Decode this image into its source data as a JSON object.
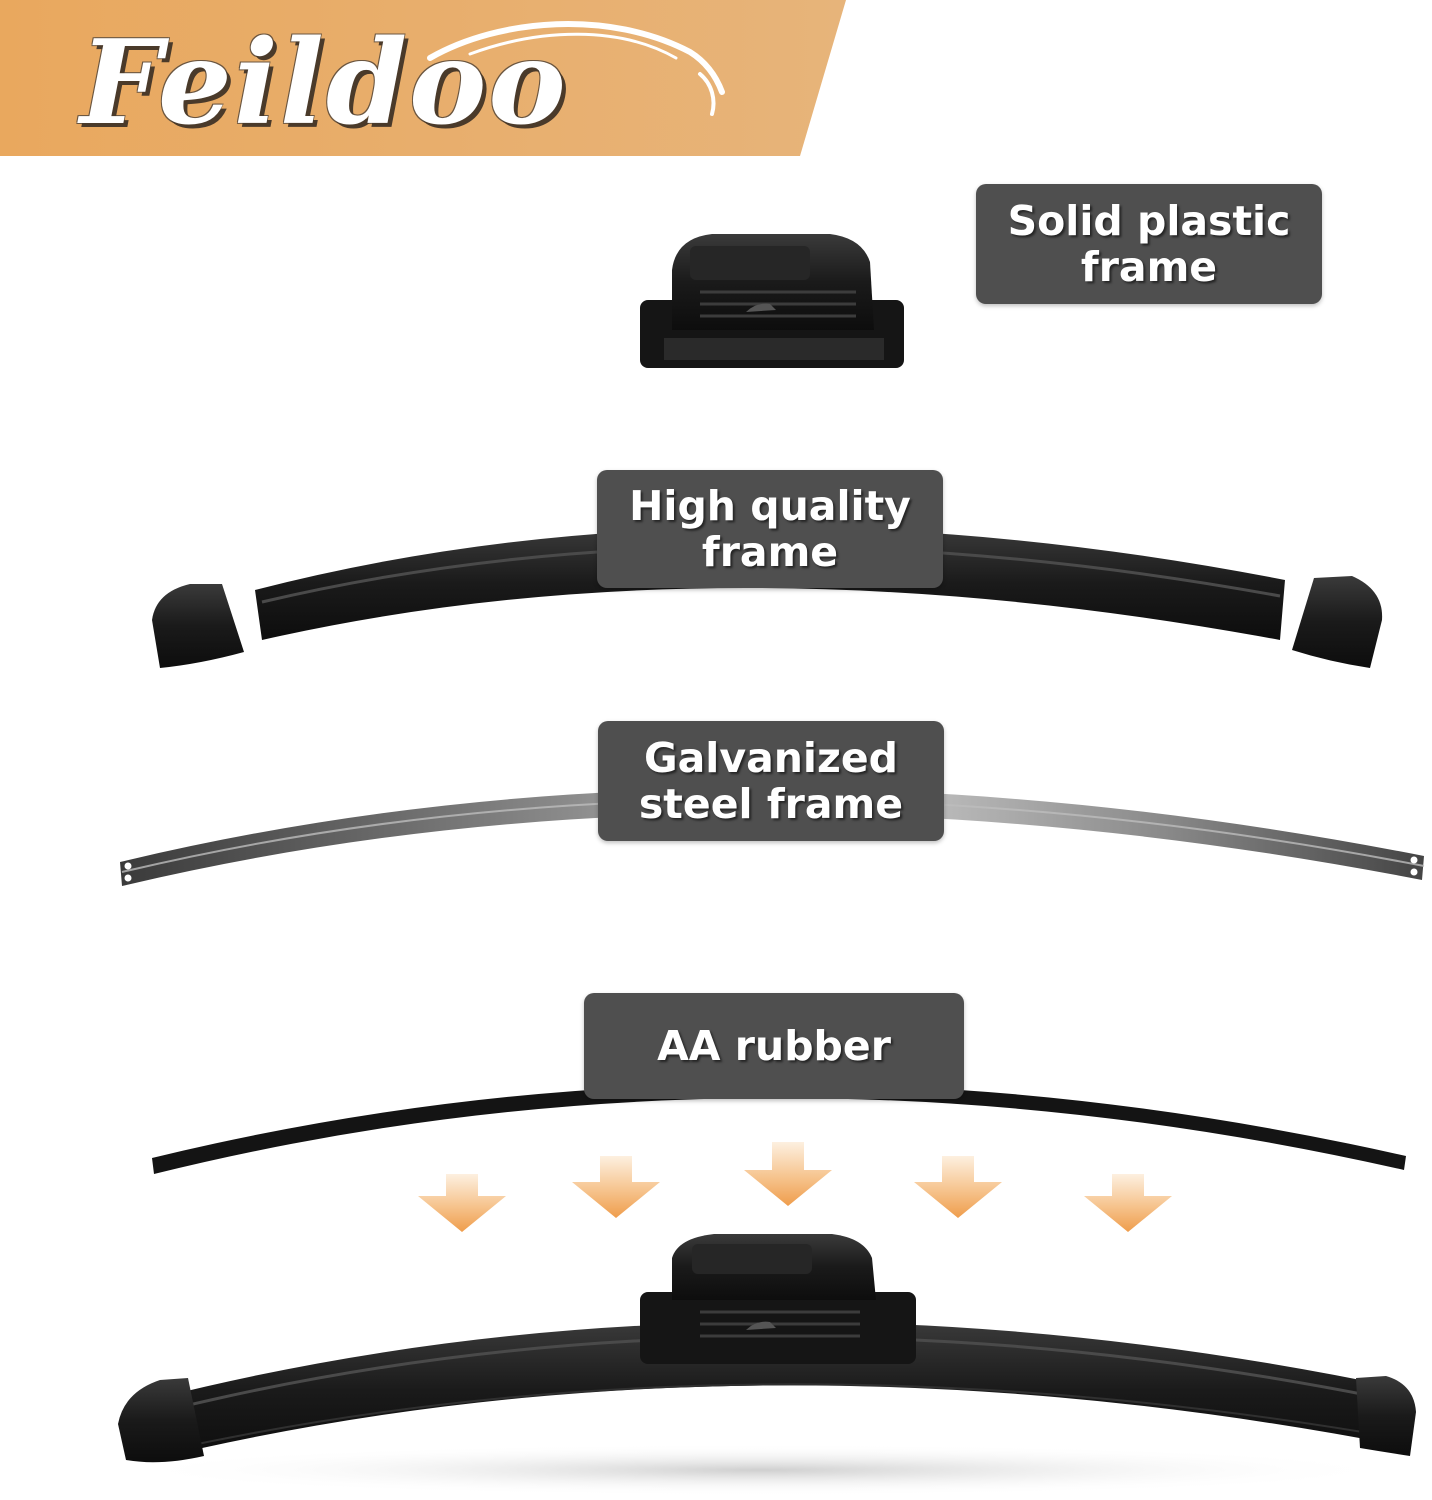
{
  "brand": {
    "name": "Feildoo",
    "colors": {
      "banner": "#e9aa62",
      "logo_text": "#ffffff",
      "logo_shadow": "#4a3a2a"
    }
  },
  "callouts": [
    {
      "id": "solid-plastic",
      "lines": [
        "Solid plastic",
        "frame"
      ]
    },
    {
      "id": "high-quality",
      "lines": [
        "High quality",
        "frame"
      ]
    },
    {
      "id": "galvanized-steel",
      "lines": [
        "Galvanized",
        "steel frame"
      ]
    },
    {
      "id": "aa-rubber",
      "lines": [
        "AA rubber"
      ]
    }
  ],
  "colors": {
    "label_bg": "#4f4f4f",
    "label_text": "#ffffff",
    "blade": "#1c1c1c",
    "steel": "#8a8a8a",
    "arrow": "#f2a95c"
  },
  "icons": {
    "adapter": "wiper-adapter-icon",
    "arrow": "down-arrow-icon",
    "car_logo": "car-logo-icon"
  },
  "arrows_count": 5
}
